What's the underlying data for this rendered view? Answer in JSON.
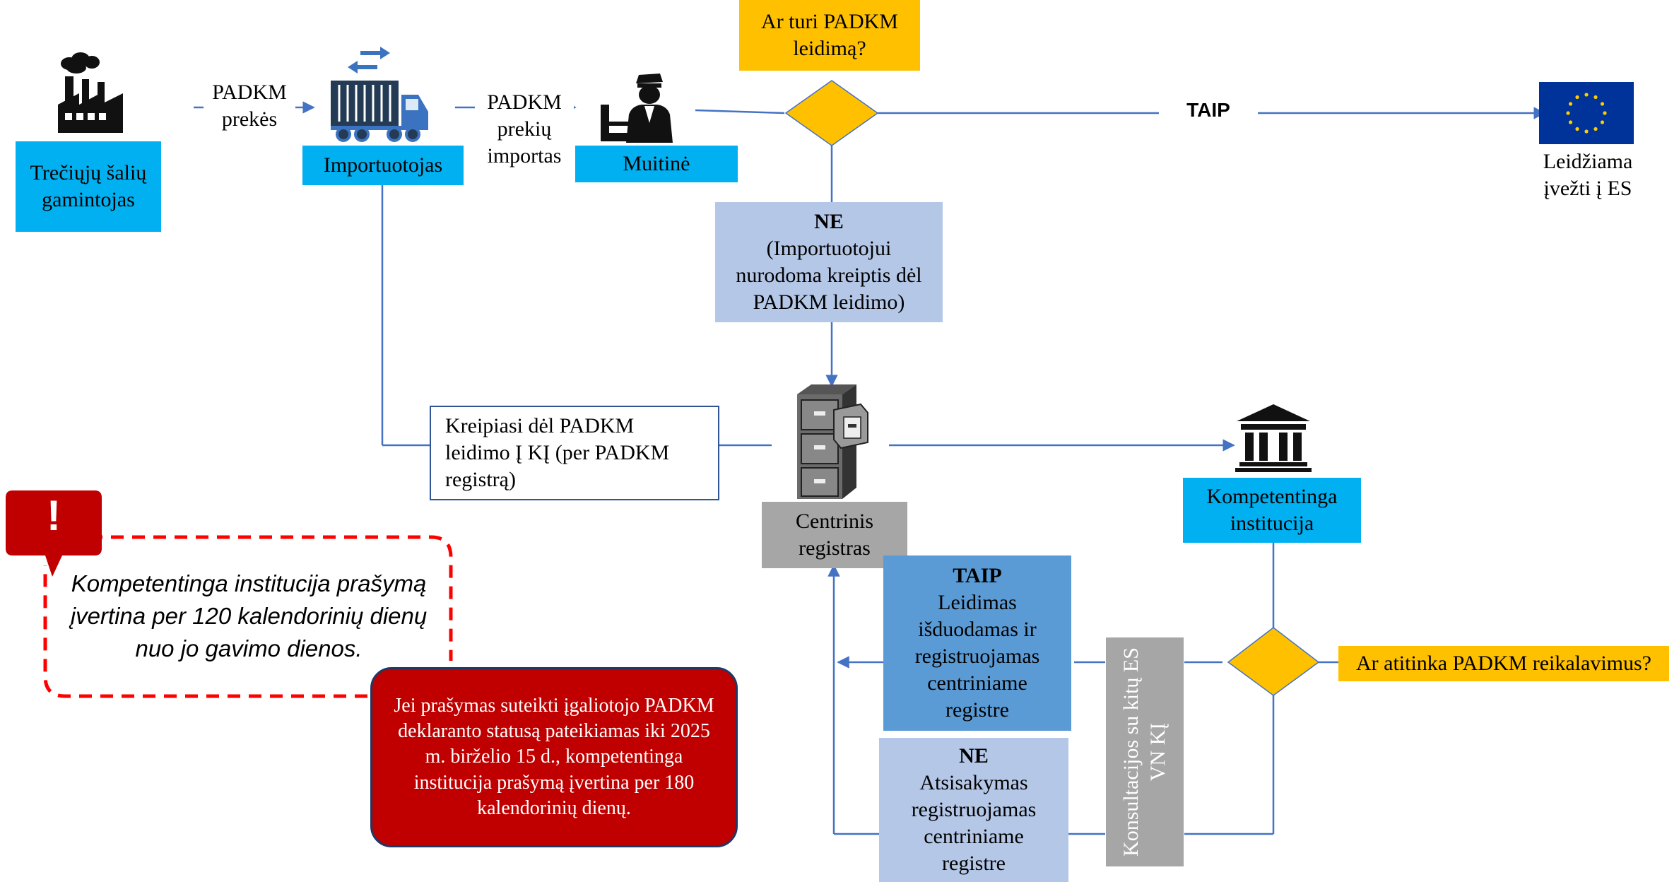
{
  "producer": {
    "label": "Trečiųjų šalių gamintojas"
  },
  "importer": {
    "label": "Importuotojas"
  },
  "customs": {
    "label": "Muitinė"
  },
  "edge_goods": "PADKM prekės",
  "edge_import": "PADKM prekių importas",
  "question_permit": "Ar turi PADKM leidimą?",
  "yes_label": "TAIP",
  "eu": {
    "label": "Leidžiama įvežti į ES"
  },
  "no_box": {
    "title": "NE",
    "text": "(Importuotojui nurodoma kreiptis dėl PADKM leidimo)"
  },
  "apply_box": "Kreipiasi dėl PADKM leidimo Į KĮ (per PADKM registrą)",
  "registry": {
    "label": "Centrinis registras"
  },
  "authority": {
    "label": "Kompetentinga institucija"
  },
  "question_requirements": "Ar atitinka PADKM reikalavimus?",
  "consult": "Konsultacijos su kitų ES VN KĮ",
  "yes_box": {
    "title": "TAIP",
    "text": "Leidimas išduodamas ir registruojamas centriniame registre"
  },
  "no_box2": {
    "title": "NE",
    "text": "Atsisakymas registruojamas centriniame registre"
  },
  "note_dashed": "Kompetentinga institucija prašymą įvertina per 120 kalendorinių dienų nuo jo gavimo dienos.",
  "alert_mark": "!",
  "note_red": "Jei prašymas suteikti įgaliotojo PADKM deklaranto statusą pateikiamas iki 2025 m. birželio 15 d., kompetentinga institucija prašymą įvertina per 180 kalendorinių dienų.",
  "colors": {
    "cyan": "#00b0f0",
    "yellow": "#ffc000",
    "lavender": "#b4c7e7",
    "steel": "#5b9bd5",
    "grey": "#a6a6a6",
    "red": "#c00000",
    "dark_blue": "#1f3864",
    "eu_blue": "#003399",
    "eu_star": "#ffcc00",
    "line": "#4472c4"
  },
  "icons": [
    "factory-icon",
    "truck-icon",
    "customs-officer-icon",
    "eu-flag-icon",
    "filing-cabinet-icon",
    "institution-icon",
    "alert-icon"
  ]
}
